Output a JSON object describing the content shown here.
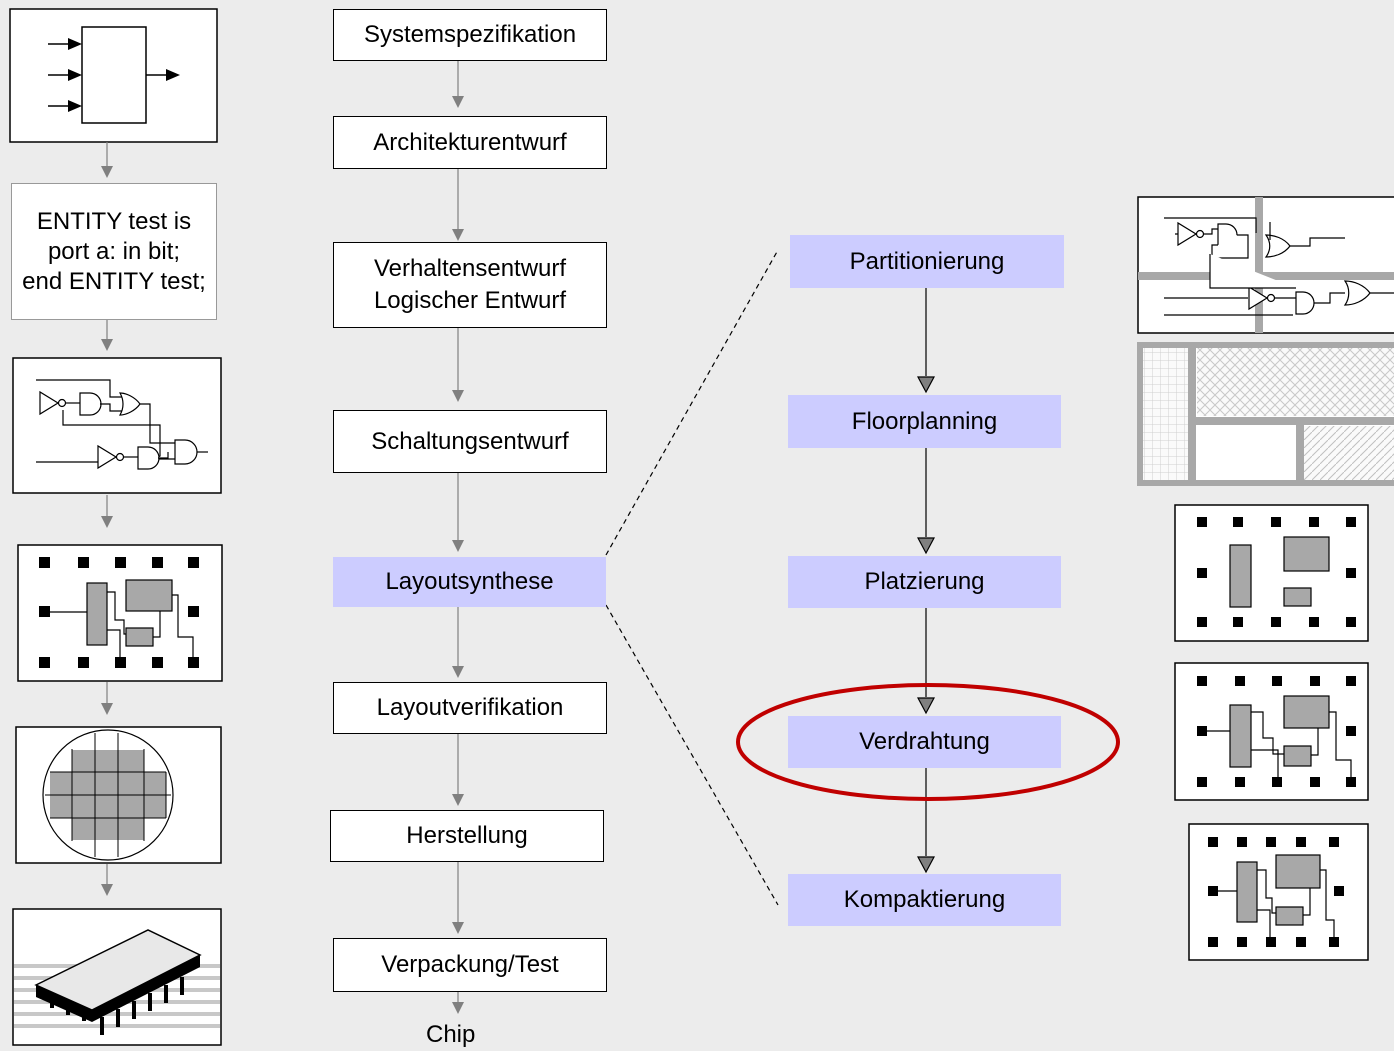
{
  "main_flow": {
    "steps": [
      {
        "label": "Systemspezifikation"
      },
      {
        "label": "Architekturentwurf"
      },
      {
        "line1": "Verhaltensentwurf",
        "line2": "Logischer Entwurf"
      },
      {
        "label": "Schaltungsentwurf"
      },
      {
        "label": "Layoutsynthese"
      },
      {
        "label": "Layoutverifikation"
      },
      {
        "label": "Herstellung"
      },
      {
        "label": "Verpackung/Test"
      }
    ],
    "end_label": "Chip"
  },
  "layout_flow": {
    "steps": [
      "Partitionierung",
      "Floorplanning",
      "Platzierung",
      "Verdrahtung",
      "Kompaktierung"
    ],
    "highlighted": "Verdrahtung",
    "highlight_color": "#c00000"
  },
  "left_column": {
    "vhdl_code": [
      "ENTITY test is",
      "port a: in bit;",
      "end ENTITY test;"
    ],
    "illustrations": [
      "block-symbol-icon",
      "vhdl-code",
      "gate-schematic-icon",
      "layout-icon",
      "wafer-icon",
      "chip-package-icon"
    ]
  },
  "right_column": {
    "illustrations": [
      "partition-schematic-icon",
      "floorplan-icon",
      "placement-icon",
      "routing-icon",
      "compacted-layout-icon"
    ]
  },
  "colors": {
    "background": "#ececec",
    "highlight_box": "#ccccff",
    "arrow": "#808080"
  }
}
